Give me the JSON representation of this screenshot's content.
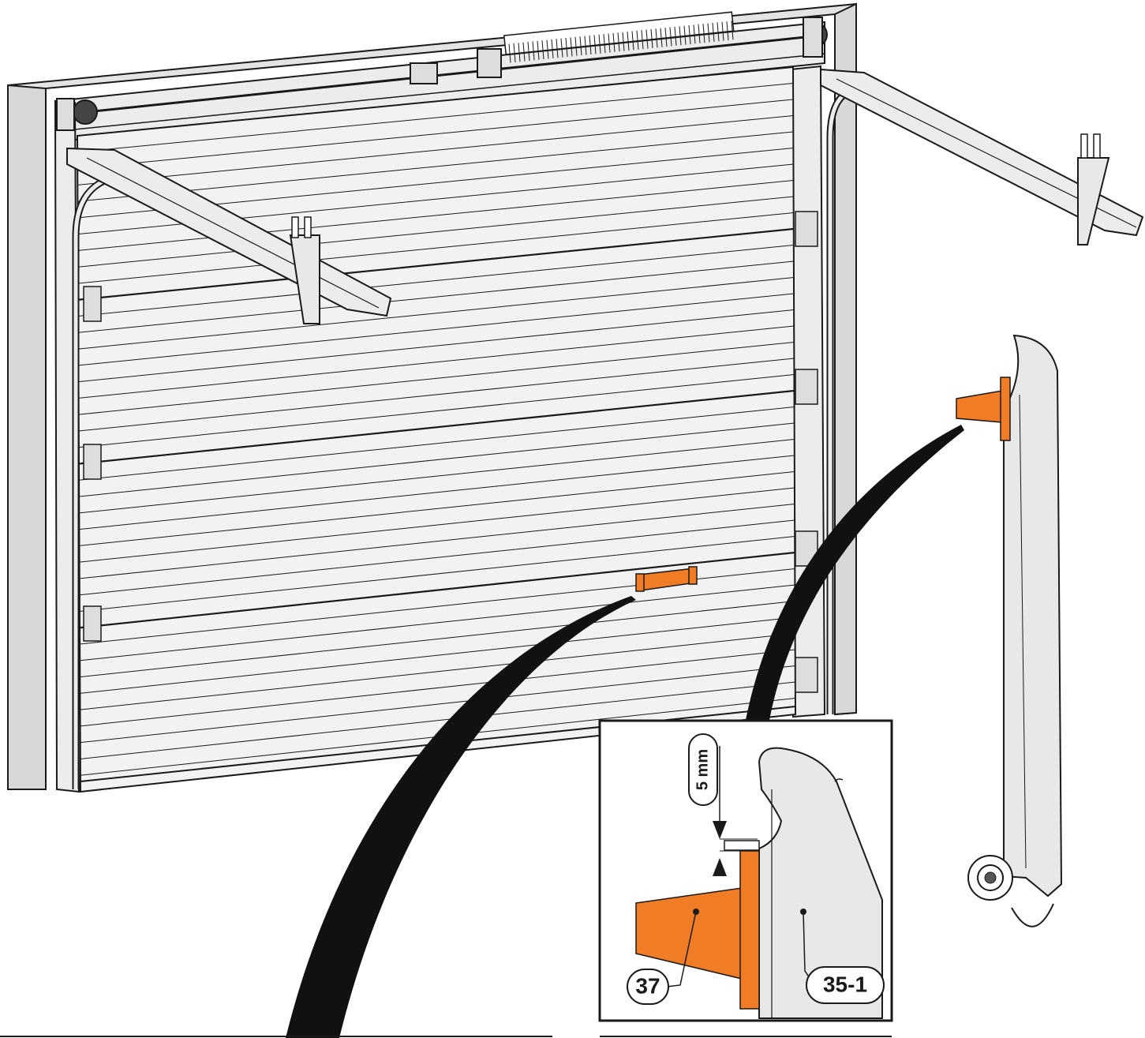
{
  "colors": {
    "line": "#1a1a1a",
    "wall": "#e4e4e4",
    "panel": "#f2f2f2",
    "track": "#ececec",
    "bracket_orange": "#f07d26",
    "pointer_black": "#111111",
    "frame_bg": "#ffffff"
  },
  "detail": {
    "dimension_label": "5 mm",
    "callouts": [
      {
        "id": "bracket",
        "label": "37"
      },
      {
        "id": "panel-profile",
        "label": "35-1"
      }
    ]
  }
}
